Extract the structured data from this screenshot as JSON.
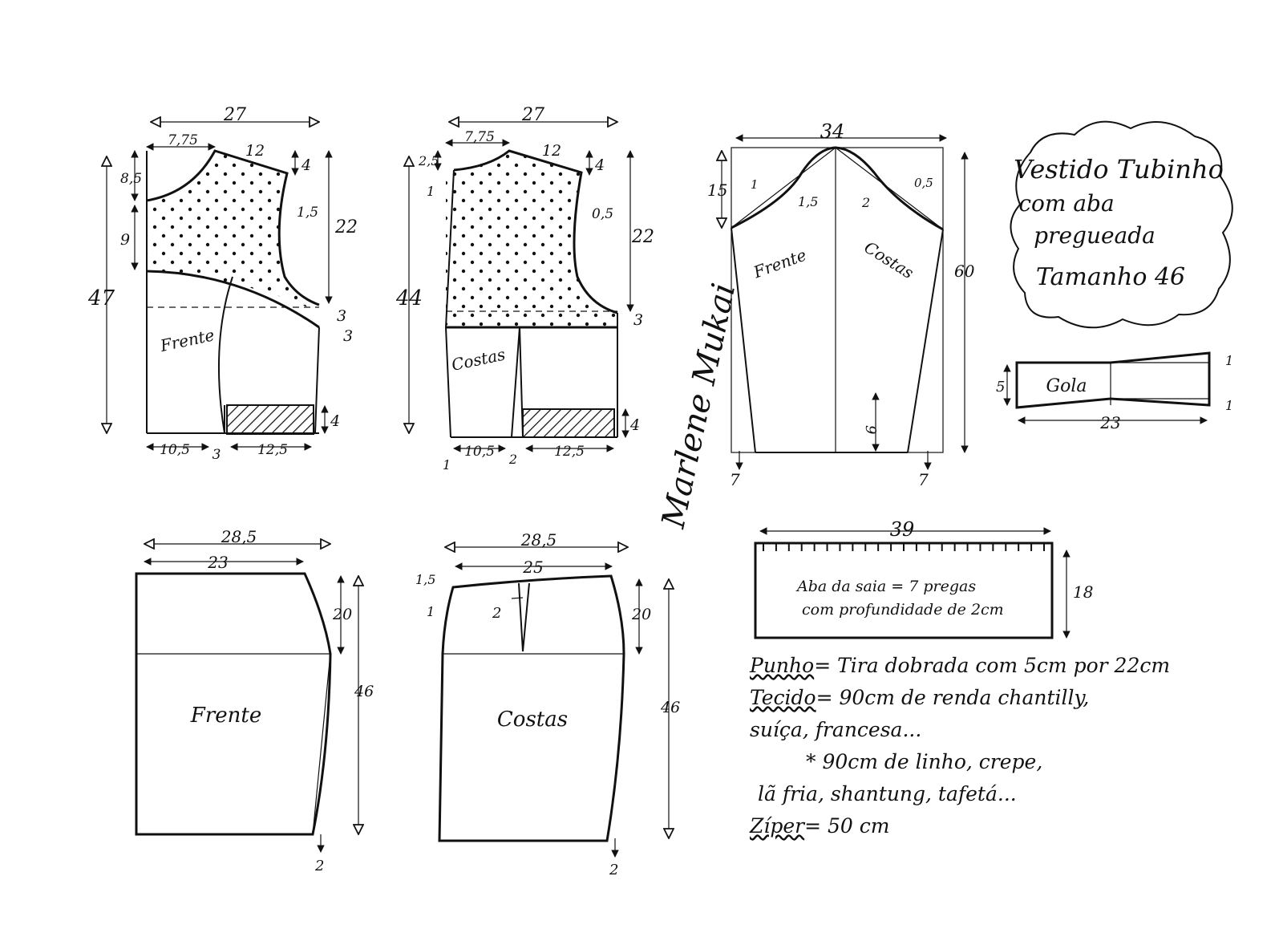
{
  "title_box": {
    "line1": "Vestido Tubinho",
    "line2": "com aba",
    "line3": "pregueada",
    "line4": "Tamanho 46"
  },
  "bodice_front": {
    "label": "Frente",
    "width": "27",
    "neck_width": "7,75",
    "shoulder": "12",
    "shoulder_drop": "4",
    "neck_depth": "8,5",
    "upper": "9",
    "armhole_curve": "1,5",
    "side": "22",
    "dart_a": "3",
    "dart_b": "3",
    "total_length": "47",
    "waist_band": "4",
    "left_waist": "10,5",
    "dart_width": "3",
    "right_waist": "12,5"
  },
  "bodice_back": {
    "label": "Costas",
    "width": "27",
    "neck_width": "7,75",
    "shoulder": "12",
    "shoulder_drop": "4",
    "neck_depth": "2,5",
    "neck_side": "1",
    "armhole_curve": "0,5",
    "side": "22",
    "dart": "3",
    "total_length": "44",
    "waist_band": "4",
    "left_ease": "1",
    "left_waist": "10,5",
    "dart_width": "2",
    "right_waist": "12,5"
  },
  "sleeve": {
    "label_front": "Frente",
    "label_back": "Costas",
    "width": "34",
    "cap_height": "15",
    "front_point": "1",
    "front_curve": "1,5",
    "back_curve": "2",
    "back_point": "0,5",
    "length": "60",
    "slit": "9",
    "left_hem": "7",
    "right_hem": "7"
  },
  "collar": {
    "label": "Gola",
    "height": "5",
    "length": "23",
    "top_raise": "1",
    "bottom_raise": "1"
  },
  "skirt_front": {
    "label": "Frente",
    "width": "28,5",
    "top_width": "23",
    "hip_depth": "20",
    "length": "46",
    "hem": "2"
  },
  "skirt_back": {
    "label": "Costas",
    "width": "28,5",
    "top_width": "25",
    "raise": "1,5",
    "side": "1",
    "dart": "2",
    "hip_depth": "20",
    "length": "46",
    "hem": "2"
  },
  "flap": {
    "width": "39",
    "height": "18",
    "line1": "Aba da saia = 7 pregas",
    "line2": "com profundidade de 2cm"
  },
  "notes": {
    "punho_label": "Punho",
    "punho_text": "= Tira dobrada com 5cm por 22cm",
    "tecido_label": "Tecido",
    "tecido_text": "= 90cm de renda chantilly,",
    "tecido_line2": "suíça, francesa...",
    "alt_line1": "* 90cm de linho, crepe,",
    "alt_line2": "lã fria, shantung, tafetá...",
    "ziper_label": "Zíper",
    "ziper_text": "= 50 cm"
  },
  "signature": "Marlene Mukai"
}
